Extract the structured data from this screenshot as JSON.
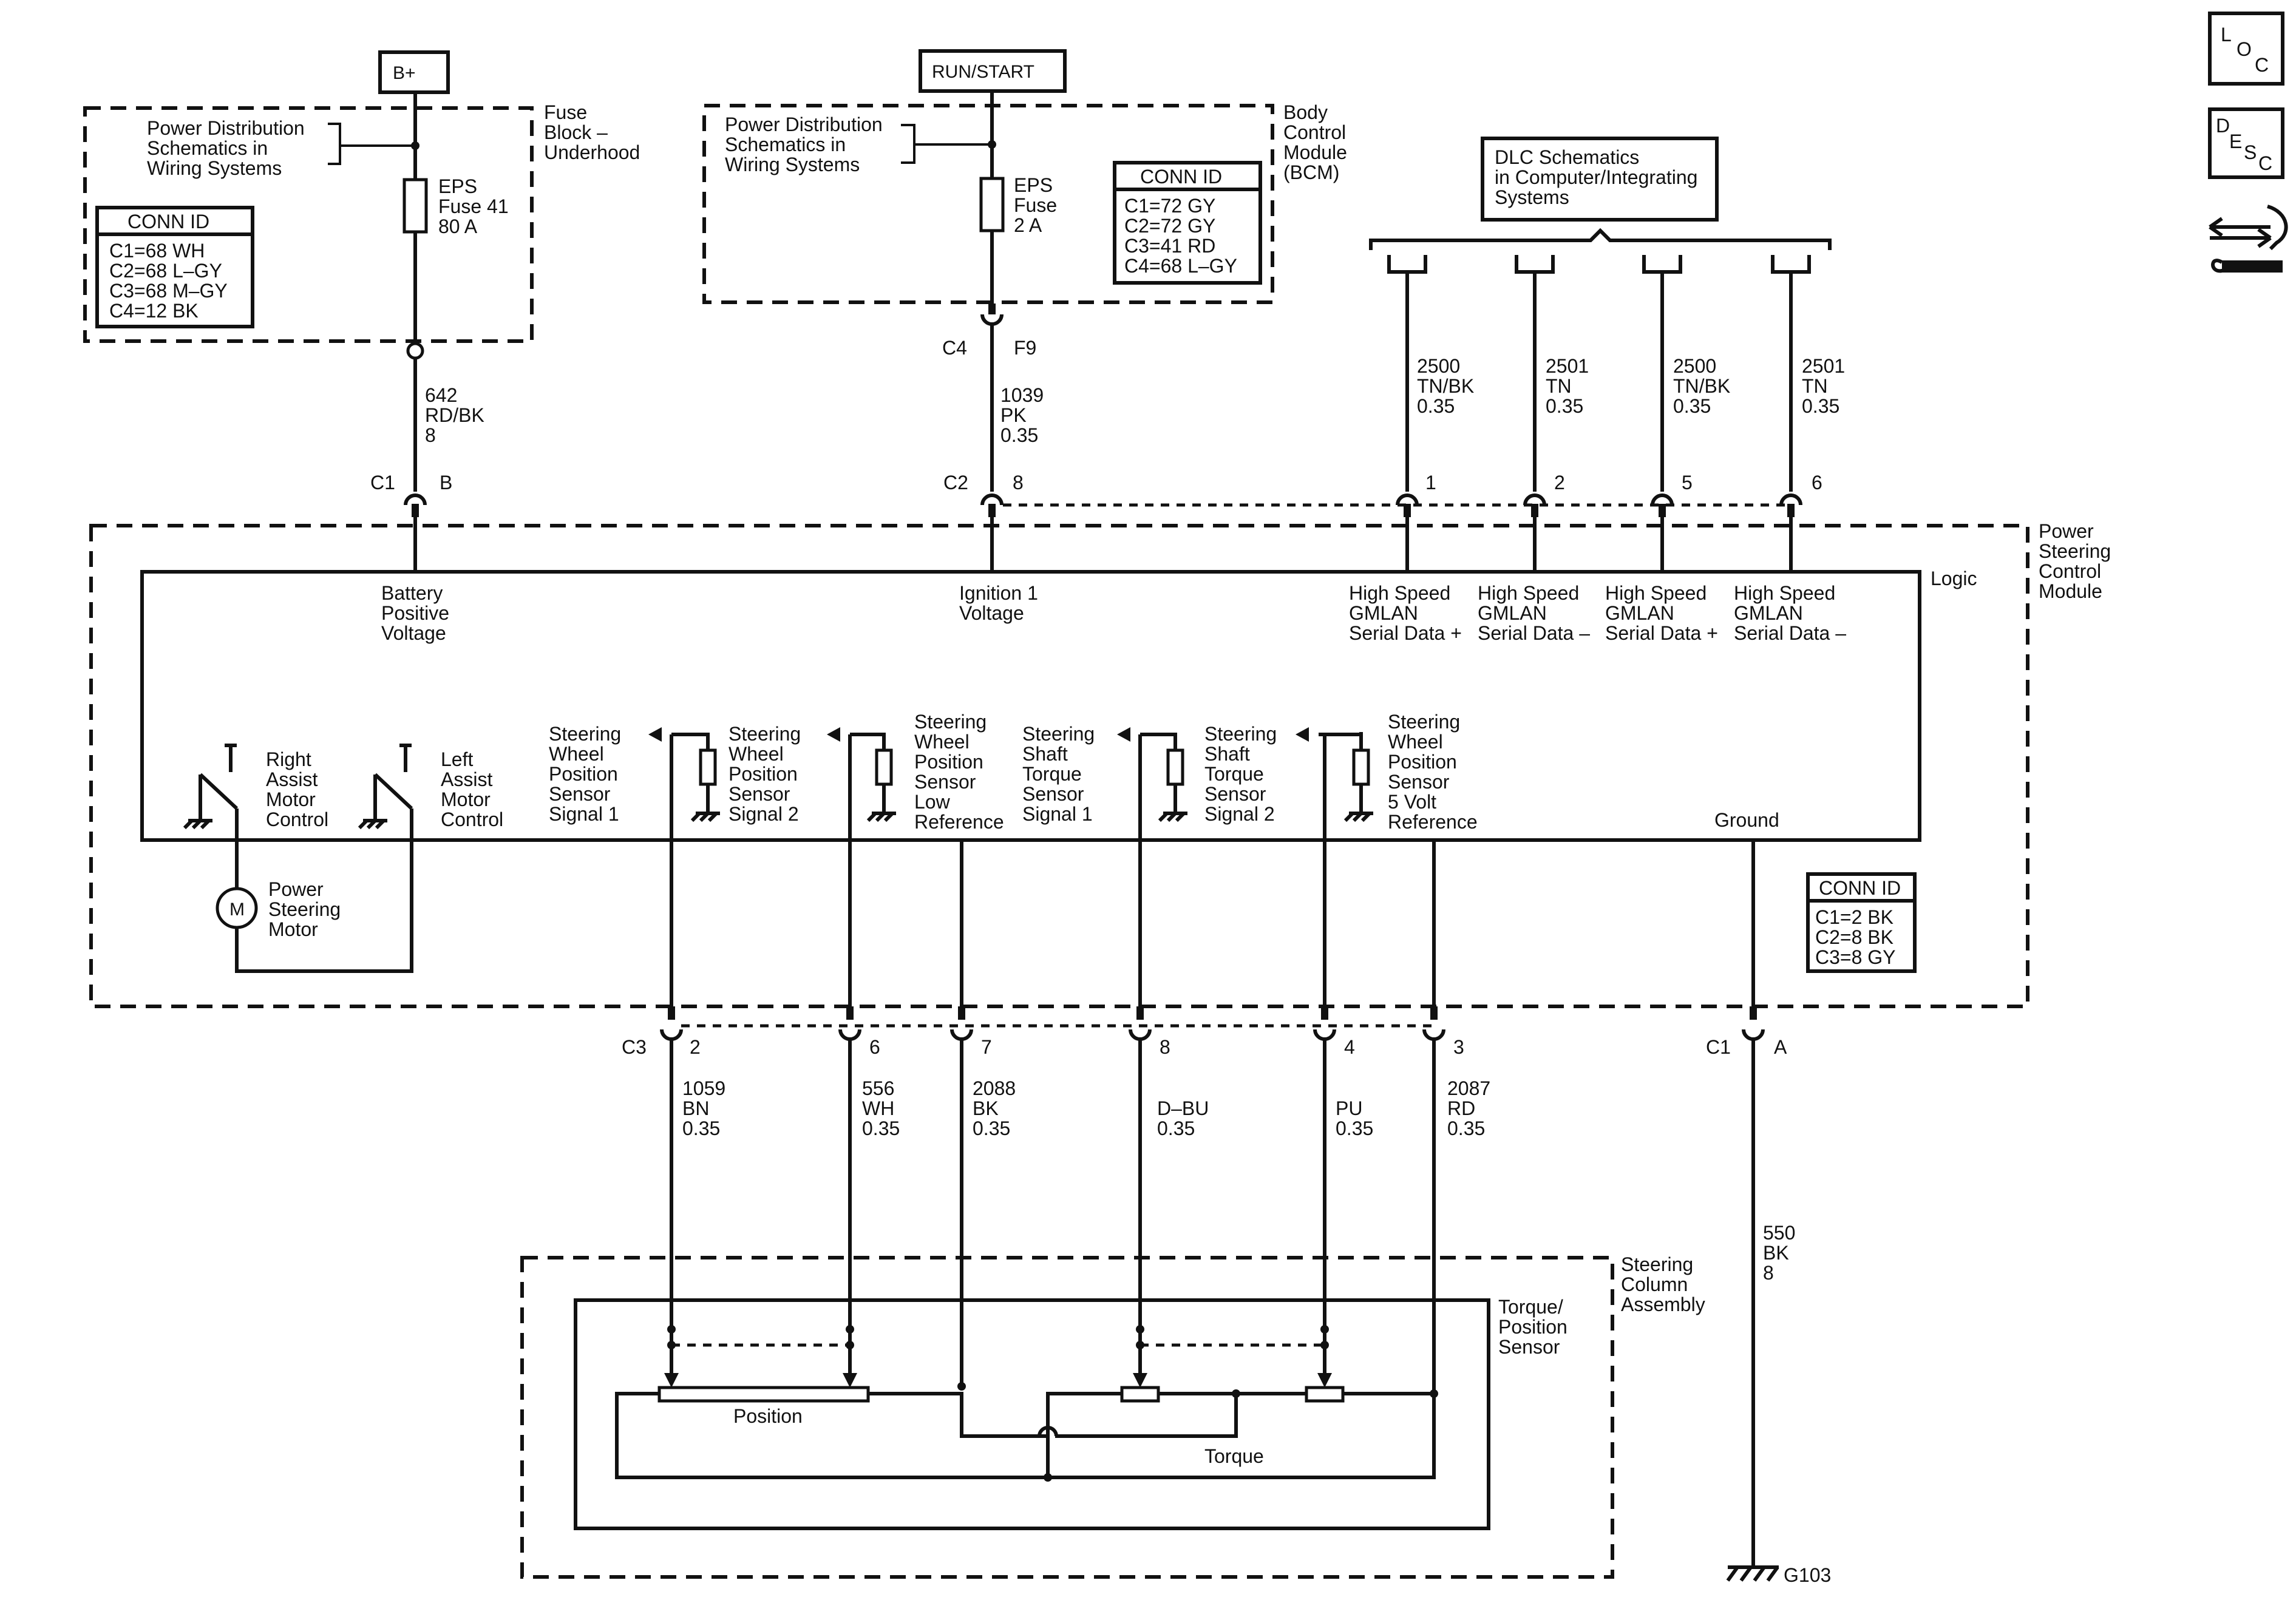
{
  "sources": {
    "bplus": "B+",
    "runstart": "RUN/START"
  },
  "fuse_block": {
    "name": [
      "Fuse",
      "Block –",
      "Underhood"
    ],
    "pds_ref": [
      "Power Distribution",
      "Schematics in",
      "Wiring Systems"
    ],
    "fuse": [
      "EPS",
      "Fuse 41",
      "80 A"
    ],
    "conn_title": "CONN ID",
    "conn": [
      "C1=68 WH",
      "C2=68 L–GY",
      "C3=68 M–GY",
      "C4=12 BK"
    ]
  },
  "bcm": {
    "name": [
      "Body",
      "Control",
      "Module",
      "(BCM)"
    ],
    "pds_ref": [
      "Power Distribution",
      "Schematics in",
      "Wiring Systems"
    ],
    "fuse": [
      "EPS",
      "Fuse",
      "2 A"
    ],
    "conn_title": "CONN ID",
    "conn": [
      "C1=72 GY",
      "C2=72 GY",
      "C3=41 RD",
      "C4=68 L–GY"
    ],
    "connector": "C4",
    "pin": "F9"
  },
  "dlc": {
    "ref": [
      "DLC Schematics",
      "in Computer/Integrating",
      "Systems"
    ]
  },
  "wires_top": {
    "w642": [
      "642",
      "RD/BK",
      "8"
    ],
    "w1039": [
      "1039",
      "PK",
      "0.35"
    ],
    "gm1": [
      "2500",
      "TN/BK",
      "0.35"
    ],
    "gm2": [
      "2501",
      "TN",
      "0.35"
    ],
    "gm3": [
      "2500",
      "TN/BK",
      "0.35"
    ],
    "gm4": [
      "2501",
      "TN",
      "0.35"
    ]
  },
  "pscm_connectors_top": {
    "c1": "C1",
    "c1_pin": "B",
    "c2": "C2",
    "c2_pin": "8",
    "gm_pins": [
      "1",
      "2",
      "5",
      "6"
    ]
  },
  "pscm": {
    "name": [
      "Power",
      "Steering",
      "Control",
      "Module"
    ],
    "logic": "Logic",
    "battery": [
      "Battery",
      "Positive",
      "Voltage"
    ],
    "ignition": [
      "Ignition 1",
      "Voltage"
    ],
    "gmlan": [
      [
        "High Speed",
        "GMLAN",
        "Serial Data +"
      ],
      [
        "High Speed",
        "GMLAN",
        "Serial Data –"
      ],
      [
        "High Speed",
        "GMLAN",
        "Serial Data +"
      ],
      [
        "High Speed",
        "GMLAN",
        "Serial Data –"
      ]
    ],
    "right_assist": [
      "Right",
      "Assist",
      "Motor",
      "Control"
    ],
    "left_assist": [
      "Left",
      "Assist",
      "Motor",
      "Control"
    ],
    "motor_symbol": "M",
    "motor": [
      "Power",
      "Steering",
      "Motor"
    ],
    "sensors": [
      [
        "Steering",
        "Wheel",
        "Position",
        "Sensor",
        "Signal 1"
      ],
      [
        "Steering",
        "Wheel",
        "Position",
        "Sensor",
        "Signal 2"
      ],
      [
        "Steering",
        "Wheel",
        "Position",
        "Sensor",
        "Low",
        "Reference"
      ],
      [
        "Steering",
        "Shaft",
        "Torque",
        "Sensor",
        "Signal 1"
      ],
      [
        "Steering",
        "Shaft",
        "Torque",
        "Sensor",
        "Signal 2"
      ],
      [
        "Steering",
        "Wheel",
        "Position",
        "Sensor",
        "5 Volt",
        "Reference"
      ]
    ],
    "ground": "Ground",
    "conn_title": "CONN ID",
    "conn": [
      "C1=2 BK",
      "C2=8 BK",
      "C3=8 GY"
    ]
  },
  "bottom_connectors": {
    "c3": "C3",
    "pins": [
      "2",
      "6",
      "7",
      "8",
      "4",
      "3"
    ],
    "c1": "C1",
    "c1_pin": "A"
  },
  "wires_bottom": [
    [
      "1059",
      "BN",
      "0.35"
    ],
    [
      "556",
      "WH",
      "0.35"
    ],
    [
      "2088",
      "BK",
      "0.35"
    ],
    [
      "D–BU",
      "0.35"
    ],
    [
      "PU",
      "0.35"
    ],
    [
      "2087",
      "RD",
      "0.35"
    ]
  ],
  "ground_wire": [
    "550",
    "BK",
    "8"
  ],
  "ground_label": "G103",
  "steering_column": {
    "name": [
      "Steering",
      "Column",
      "Assembly"
    ],
    "sensor": [
      "Torque/",
      "Position",
      "Sensor"
    ],
    "position": "Position",
    "torque": "Torque"
  },
  "side_icons": {
    "loc": [
      "L",
      "O",
      "C"
    ],
    "desc": [
      "D",
      "E",
      "S",
      "C"
    ]
  }
}
